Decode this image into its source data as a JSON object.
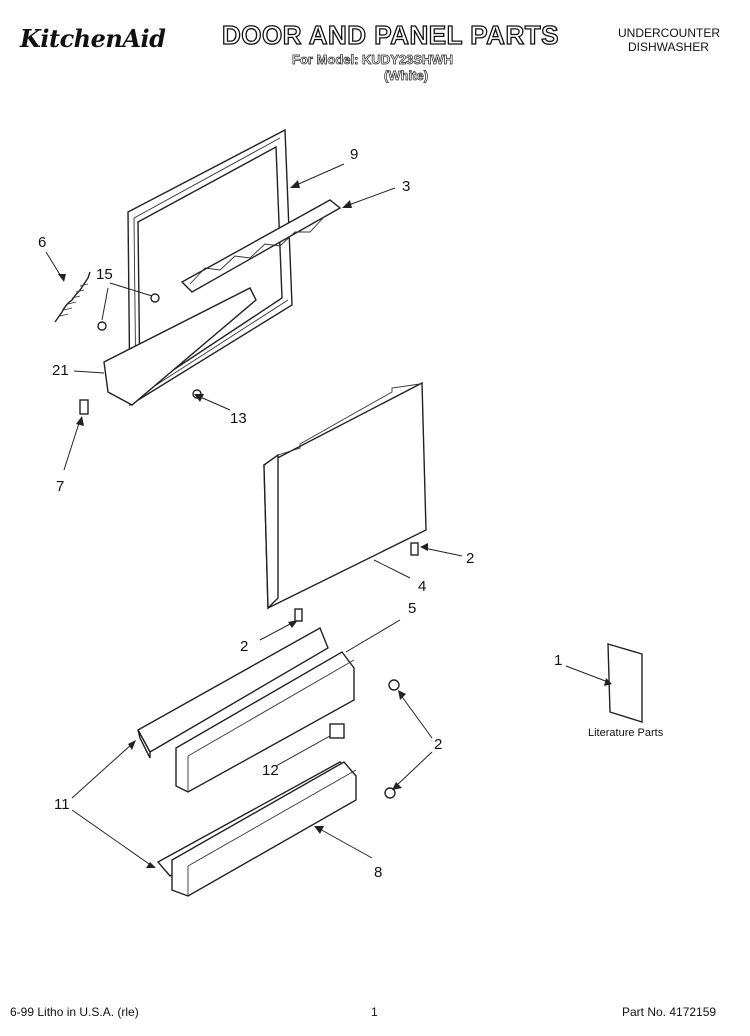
{
  "header": {
    "brand": "KitchenAid",
    "title": "DOOR AND PANEL PARTS",
    "model_line": "For Model: KUDY23SHWH",
    "color_line": "(White)",
    "appliance_type_1": "UNDERCOUNTER",
    "appliance_type_2": "DISHWASHER"
  },
  "callouts": {
    "c9": "9",
    "c3": "3",
    "c6": "6",
    "c15": "15",
    "c21": "21",
    "c13": "13",
    "c7": "7",
    "c2a": "2",
    "c4": "4",
    "c2b": "2",
    "c5": "5",
    "c1": "1",
    "c2c": "2",
    "c12": "12",
    "c11": "11",
    "c8": "8"
  },
  "literature_label": "Literature Parts",
  "footer": {
    "left": "6-99 Litho in U.S.A. (rle)",
    "page": "1",
    "part_no": "Part No. 4172159"
  }
}
